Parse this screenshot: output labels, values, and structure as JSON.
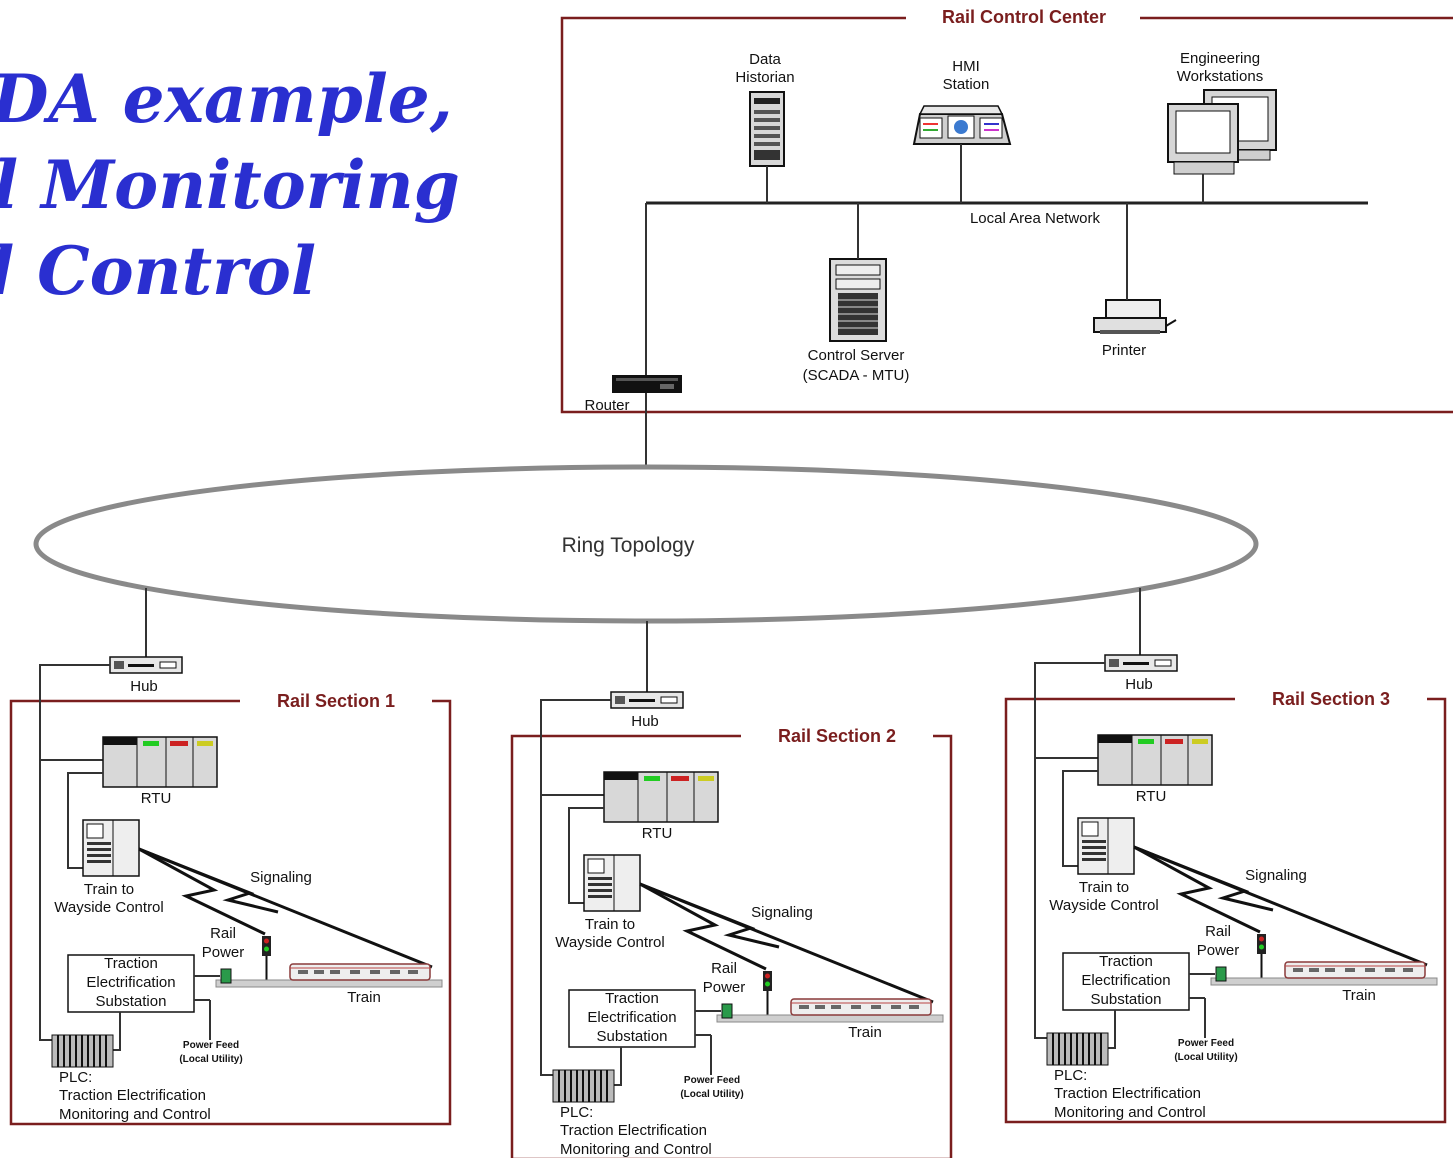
{
  "title": {
    "line1": "ADA example,",
    "line2": "il Monitoring",
    "line3": "d Control"
  },
  "control_center": {
    "label": "Rail Control Center",
    "data_historian": [
      "Data",
      "Historian"
    ],
    "hmi_station": [
      "HMI",
      "Station"
    ],
    "engineering": [
      "Engineering",
      "Workstations"
    ],
    "lan": "Local Area Network",
    "control_server": [
      "Control Server",
      "(SCADA - MTU)"
    ],
    "printer": "Printer",
    "router": "Router"
  },
  "ring": "Ring Topology",
  "sections": [
    {
      "label": "Rail Section 1",
      "hub": "Hub",
      "rtu": "RTU",
      "wayside": [
        "Train to",
        "Wayside Control"
      ],
      "signaling": "Signaling",
      "rail_power": [
        "Rail",
        "Power"
      ],
      "substation": [
        "Traction",
        "Electrification",
        "Substation"
      ],
      "train": "Train",
      "power_feed": [
        "Power Feed",
        "(Local Utility)"
      ],
      "plc": [
        "PLC:",
        "Traction Electrification",
        "Monitoring and Control"
      ]
    },
    {
      "label": "Rail Section 2",
      "hub": "Hub",
      "rtu": "RTU",
      "wayside": [
        "Train to",
        "Wayside Control"
      ],
      "signaling": "Signaling",
      "rail_power": [
        "Rail",
        "Power"
      ],
      "substation": [
        "Traction",
        "Electrification",
        "Substation"
      ],
      "train": "Train",
      "power_feed": [
        "Power Feed",
        "(Local Utility)"
      ],
      "plc": [
        "PLC:",
        "Traction Electrification",
        "Monitoring and Control"
      ]
    },
    {
      "label": "Rail Section 3",
      "hub": "Hub",
      "rtu": "RTU",
      "wayside": [
        "Train to",
        "Wayside Control"
      ],
      "signaling": "Signaling",
      "rail_power": [
        "Rail",
        "Power"
      ],
      "substation": [
        "Traction",
        "Electrification",
        "Substation"
      ],
      "train": "Train",
      "power_feed": [
        "Power Feed",
        "(Local Utility)"
      ],
      "plc": [
        "PLC:",
        "Traction Electrification",
        "Monitoring and Control"
      ]
    }
  ]
}
